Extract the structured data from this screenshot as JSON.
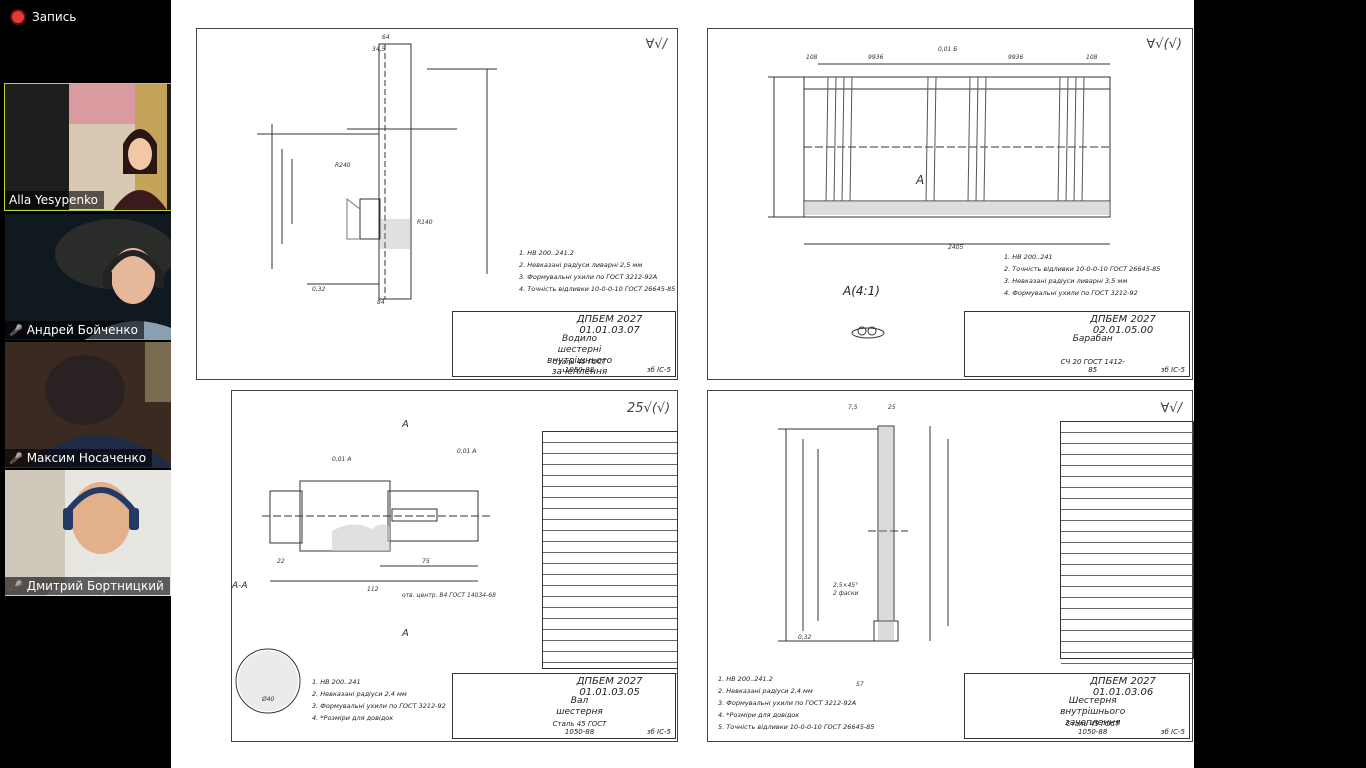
{
  "recording": {
    "label": "Запись"
  },
  "participants": [
    {
      "name": "Alla Yesypenko",
      "muted": false
    },
    {
      "name": "Андрей Бойченко",
      "muted": true
    },
    {
      "name": "Максим Носаченко",
      "muted": true
    },
    {
      "name": "Дмитрий Бортницкий",
      "muted": true
    }
  ],
  "drawings": [
    {
      "code": "ДПБЕМ 2027 01.01.03.07",
      "title": "Водило шестерні внутрішнього зачеплення",
      "material": "Сталь 45 ГОСТ 1050-88",
      "group": "зб ІС-5",
      "notes": [
        "1. НВ 200..241.2",
        "2. Невказані радіуси ливарні 2,5 мм",
        "3. Формувальні ухили по ГОСТ 3212-92А",
        "4. Точність відливки 10-0-0-10 ГОСТ 26645-85"
      ],
      "section": ""
    },
    {
      "code": "ДПБЕМ 2027 02.01.05.00",
      "title": "Барабан",
      "material": "СЧ 20 ГОСТ 1412-85",
      "group": "зб ІС-5",
      "notes": [
        "1. НВ 200..241",
        "2. Точність відливки 10-0-0-10 ГОСТ 26645-85",
        "3. Невказані радіуси ливарні 3,5 мм",
        "4. Формувальні ухили по ГОСТ 3212-92"
      ],
      "section": "А(4:1)"
    },
    {
      "code": "ДПБЕМ 2027 01.01.03.05",
      "title": "Вал шестерня",
      "material": "Сталь 45 ГОСТ 1050-88",
      "group": "зб ІС-5",
      "notes": [
        "1. НВ 200..241",
        "2. Невказані радіуси 2,4 мм",
        "3. Формувальні ухили по ГОСТ 3212-92",
        "4. *Розміри для довідок"
      ],
      "section": "А-А"
    },
    {
      "code": "ДПБЕМ 2027 01.01.03.06",
      "title": "Шестерня внутрішнього зачеплення",
      "material": "Сталь 45 ГОСТ 1050-88",
      "group": "зб ІС-5",
      "notes": [
        "1. НВ 200..241.2",
        "2. Невказані радіуси 2,4 мм",
        "3. Формувальні ухили по ГОСТ 3212-92А",
        "4. *Розміри для довідок",
        "5. Точність відливки 10-0-0-10 ГОСТ 26645-85"
      ],
      "section": ""
    }
  ]
}
